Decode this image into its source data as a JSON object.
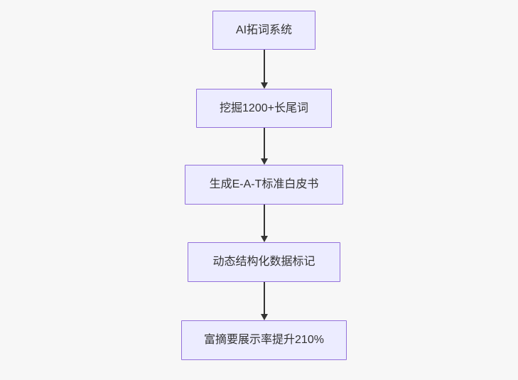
{
  "diagram": {
    "type": "flowchart",
    "direction": "top-down",
    "colors": {
      "background": "#f7f7f7",
      "node_fill": "#ececff",
      "node_border": "#9370db",
      "arrow": "#333333",
      "text": "#333333"
    },
    "nodes": [
      {
        "id": "n1",
        "label": "AI拓词系统"
      },
      {
        "id": "n2",
        "label": "挖掘1200+长尾词"
      },
      {
        "id": "n3",
        "label": "生成E-A-T标准白皮书"
      },
      {
        "id": "n4",
        "label": "动态结构化数据标记"
      },
      {
        "id": "n5",
        "label": "富摘要展示率提升210%"
      }
    ],
    "edges": [
      {
        "from": "n1",
        "to": "n2"
      },
      {
        "from": "n2",
        "to": "n3"
      },
      {
        "from": "n3",
        "to": "n4"
      },
      {
        "from": "n4",
        "to": "n5"
      }
    ]
  }
}
